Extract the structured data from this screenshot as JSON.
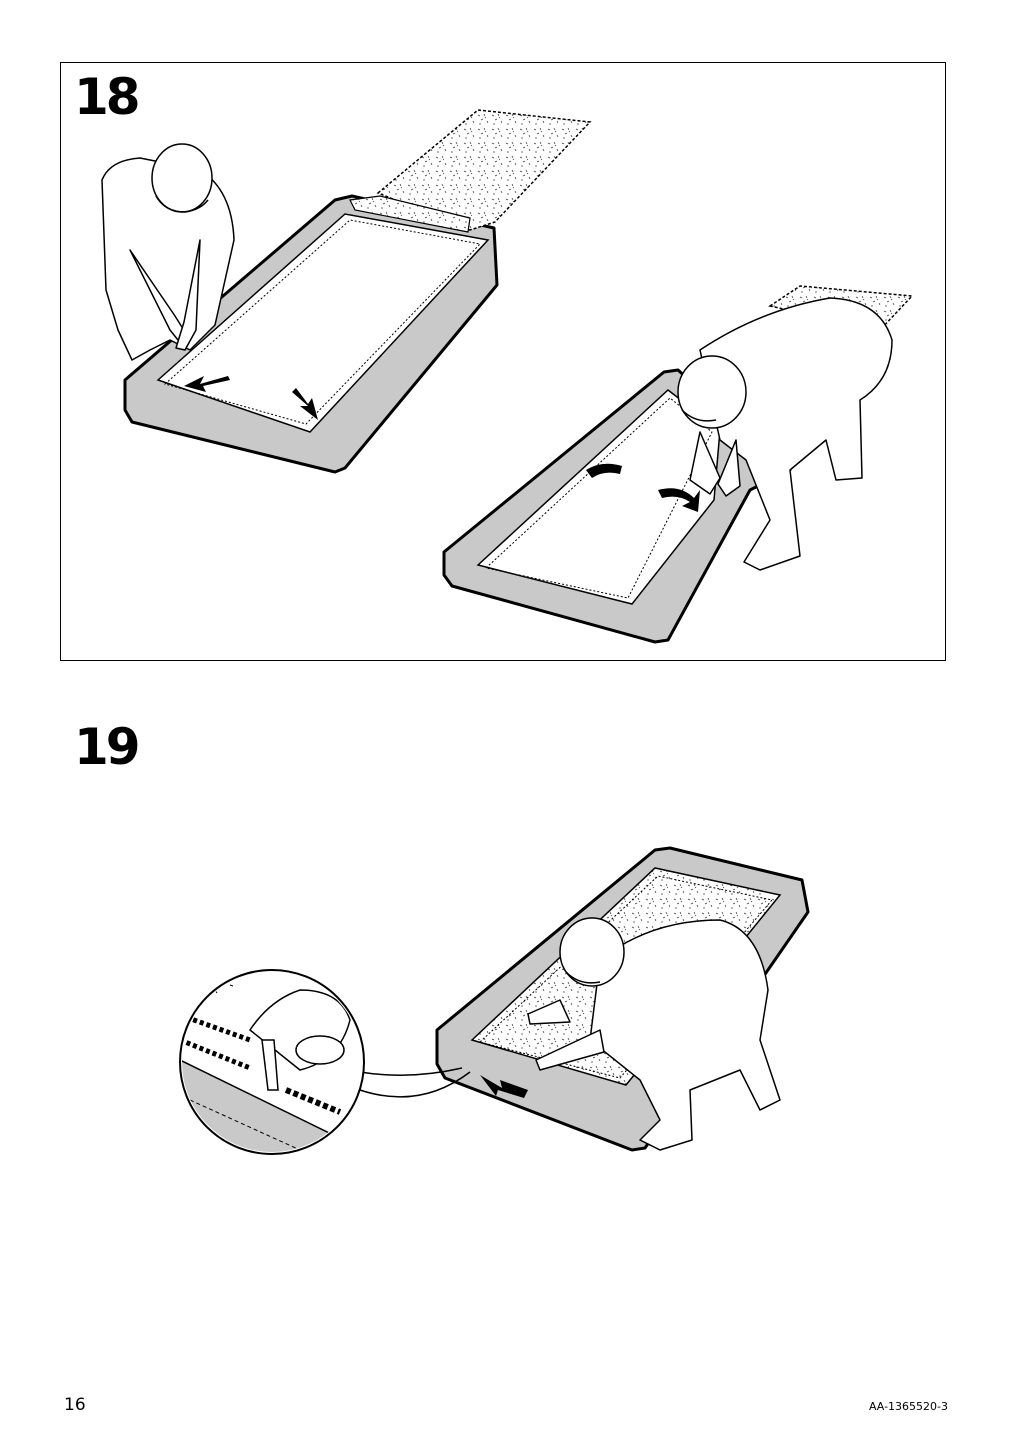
{
  "steps": [
    {
      "number": "18"
    },
    {
      "number": "19"
    }
  ],
  "footer": {
    "page_number": "16",
    "doc_id": "AA-1365520-3"
  }
}
